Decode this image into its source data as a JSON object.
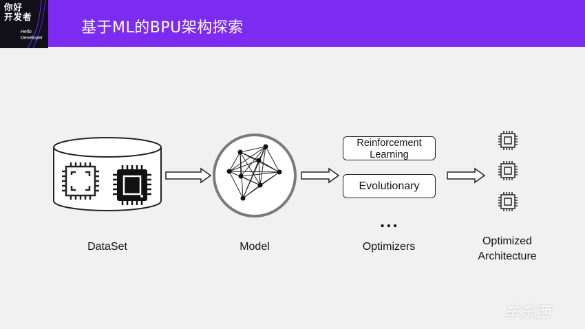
{
  "header": {
    "title": "基于ML的BPU架构探索",
    "logo_cn": "你好\n开发者",
    "logo_en": "Hello\nDeveloper",
    "bg_color": "#7b2cf0"
  },
  "diagram": {
    "stages": [
      {
        "id": "dataset",
        "label": "DataSet"
      },
      {
        "id": "model",
        "label": "Model"
      },
      {
        "id": "optimizers",
        "label": "Optimizers"
      },
      {
        "id": "architecture",
        "label": "Optimized\nArchitecture"
      }
    ],
    "optimizer_options": [
      "Reinforcement\nLearning",
      "Evolutionary"
    ],
    "ellipsis": "...",
    "icons": [
      "database-icon",
      "chip-outline-icon",
      "chip-solid-icon",
      "neural-network-icon",
      "small-chip-icon"
    ]
  },
  "watermark": "车东西"
}
